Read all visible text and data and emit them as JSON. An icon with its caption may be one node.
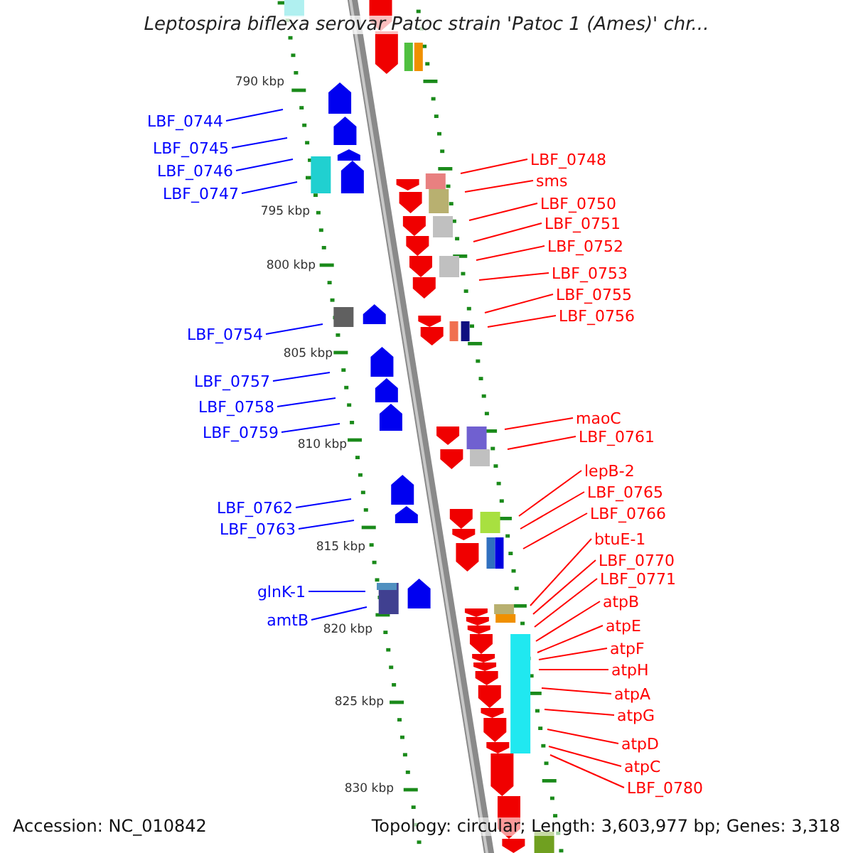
{
  "diagram": {
    "title": "Leptospira biflexa serovar Patoc strain 'Patoc 1 (Ames)' chr...",
    "nodes": [
      {
        "text": [
          "LBF_0744"
        ]
      },
      {
        "text": [
          "LBF_0745"
        ]
      },
      {
        "text": [
          "LBF_0746"
        ]
      },
      {
        "text": [
          "LBF_0747"
        ]
      },
      {
        "text": [
          "LBF_0754"
        ]
      },
      {
        "text": [
          "LBF_0757"
        ]
      },
      {
        "text": [
          "LBF_0758"
        ]
      },
      {
        "text": [
          "LBF_0759"
        ]
      },
      {
        "text": [
          "LBF_0762"
        ]
      },
      {
        "text": [
          "LBF_0763"
        ]
      },
      {
        "text": [
          "glnK-1"
        ]
      },
      {
        "text": [
          "amtB"
        ]
      },
      {
        "text": [
          "LBF_0748"
        ]
      },
      {
        "text": [
          "sms"
        ]
      },
      {
        "text": [
          "LBF_0750"
        ]
      },
      {
        "text": [
          "LBF_0751"
        ]
      },
      {
        "text": [
          "LBF_0752"
        ]
      },
      {
        "text": [
          "LBF_0753"
        ]
      },
      {
        "text": [
          "LBF_0755"
        ]
      },
      {
        "text": [
          "LBF_0756"
        ]
      },
      {
        "text": [
          "maoC"
        ]
      },
      {
        "text": [
          "LBF_0761"
        ]
      },
      {
        "text": [
          "lepB-2"
        ]
      },
      {
        "text": [
          "LBF_0765"
        ]
      },
      {
        "text": [
          "LBF_0766"
        ]
      },
      {
        "text": [
          "btuE-1"
        ]
      },
      {
        "text": [
          "LBF_0770"
        ]
      },
      {
        "text": [
          "LBF_0771"
        ]
      },
      {
        "text": [
          "atpB"
        ]
      },
      {
        "text": [
          "atpE"
        ]
      },
      {
        "text": [
          "atpF"
        ]
      },
      {
        "text": [
          "atpH"
        ]
      },
      {
        "text": [
          "atpA"
        ]
      },
      {
        "text": [
          "atpG"
        ]
      },
      {
        "text": [
          "atpD"
        ]
      },
      {
        "text": [
          "atpC"
        ]
      },
      {
        "text": [
          "LBF_0780"
        ]
      }
    ],
    "edges": [
      {
        "from": 0,
        "to": null,
        "arrow": "none",
        "color": "#0000ff"
      },
      {
        "from": 1,
        "to": null,
        "arrow": "none",
        "color": "#0000ff"
      },
      {
        "from": 2,
        "to": null,
        "arrow": "none",
        "color": "#0000ff"
      },
      {
        "from": 3,
        "to": null,
        "arrow": "none",
        "color": "#0000ff"
      },
      {
        "from": 4,
        "to": null,
        "arrow": "none",
        "color": "#0000ff"
      },
      {
        "from": 5,
        "to": null,
        "arrow": "none",
        "color": "#0000ff"
      },
      {
        "from": 6,
        "to": null,
        "arrow": "none",
        "color": "#0000ff"
      },
      {
        "from": 7,
        "to": null,
        "arrow": "none",
        "color": "#0000ff"
      },
      {
        "from": 8,
        "to": null,
        "arrow": "none",
        "color": "#0000ff"
      },
      {
        "from": 9,
        "to": null,
        "arrow": "none",
        "color": "#0000ff"
      },
      {
        "from": 10,
        "to": null,
        "arrow": "none",
        "color": "#0000ff"
      },
      {
        "from": 11,
        "to": null,
        "arrow": "none",
        "color": "#0000ff"
      },
      {
        "from": 12,
        "to": null,
        "arrow": "none"
      },
      {
        "from": 13,
        "to": null,
        "arrow": "none"
      },
      {
        "from": 14,
        "to": null,
        "arrow": "none"
      },
      {
        "from": 15,
        "to": null,
        "arrow": "none"
      },
      {
        "from": 16,
        "to": null,
        "arrow": "none"
      },
      {
        "from": 17,
        "to": null,
        "arrow": "none"
      },
      {
        "from": 18,
        "to": null,
        "arrow": "none"
      },
      {
        "from": 19,
        "to": null,
        "arrow": "none"
      },
      {
        "from": 20,
        "to": null,
        "arrow": "none"
      },
      {
        "from": 21,
        "to": null,
        "arrow": "none"
      },
      {
        "from": 22,
        "to": null,
        "arrow": "none"
      },
      {
        "from": 23,
        "to": null,
        "arrow": "none"
      },
      {
        "from": 24,
        "to": null,
        "arrow": "none"
      },
      {
        "from": 25,
        "to": null,
        "arrow": "none"
      },
      {
        "from": 26,
        "to": null,
        "arrow": "none"
      },
      {
        "from": 27,
        "to": null,
        "arrow": "none"
      },
      {
        "from": 28,
        "to": null,
        "arrow": "none"
      },
      {
        "from": 29,
        "to": null,
        "arrow": "none"
      },
      {
        "from": 30,
        "to": null,
        "arrow": "none"
      },
      {
        "from": 31,
        "to": null,
        "arrow": "none"
      },
      {
        "from": 32,
        "to": null,
        "arrow": "none"
      },
      {
        "from": 33,
        "to": null,
        "arrow": "none"
      },
      {
        "from": 34,
        "to": null,
        "arrow": "none"
      },
      {
        "from": 35,
        "to": null,
        "arrow": "none"
      },
      {
        "from": 36,
        "to": null,
        "arrow": "none"
      }
    ],
    "labels": [
      "790 kbp",
      "795 kbp",
      "800 kbp",
      "805 kbp",
      "810 kbp",
      "815 kbp",
      "820 kbp",
      "825 kbp",
      "830 kbp",
      "Accession: NC_010842",
      "Topology: circular; Length: 3,603,977 bp; Genes: 3,318"
    ]
  }
}
